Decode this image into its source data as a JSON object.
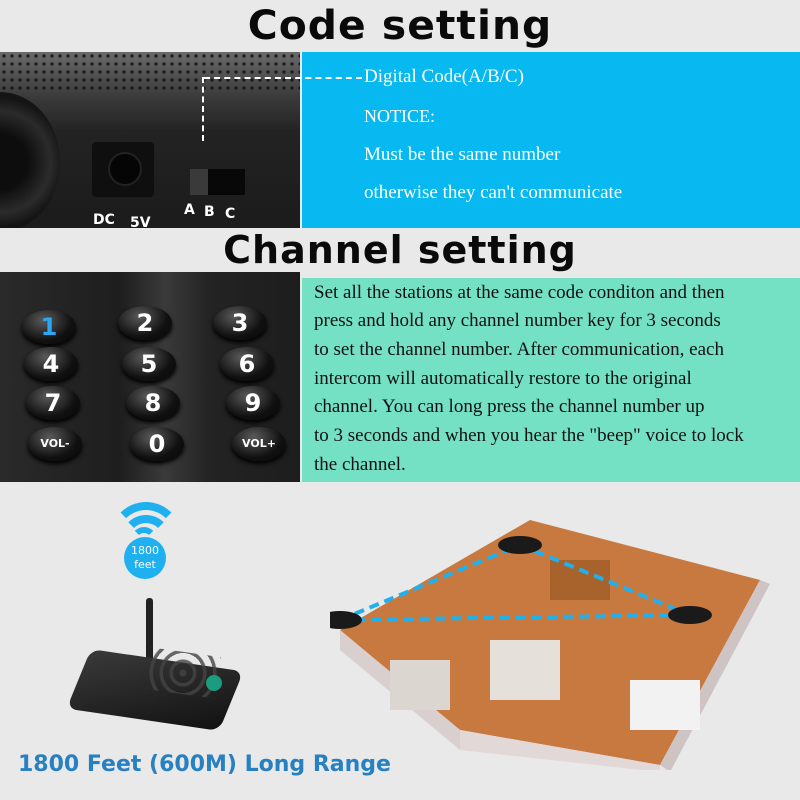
{
  "code_section": {
    "title": "Code setting",
    "photo_labels": {
      "dc": "DC",
      "voltage": "5V",
      "a": "A",
      "b": "B",
      "c": "C"
    },
    "lines": [
      "Digital Code(A/B/C)",
      "NOTICE:",
      "Must be the same number",
      "otherwise they  can't communicate"
    ],
    "panel_color": "#07b8f1"
  },
  "channel_section": {
    "title": "Channel setting",
    "keypad": [
      "1",
      "2",
      "3",
      "4",
      "5",
      "6",
      "7",
      "8",
      "9",
      "VOL-",
      "0",
      "VOL+"
    ],
    "lines": [
      "Set all the stations at the same code conditon and then",
      "press and hold any channel number key for 3 seconds",
      "to set the channel number. After communication, each",
      "intercom will automatically restore to the original",
      "channel. You can long press the channel number up",
      "to 3 seconds and when you hear the \"beep\" voice to lock",
      "the channel."
    ],
    "panel_color": "#74e0c4"
  },
  "range_section": {
    "badge_value": "1800",
    "badge_unit": "feet",
    "caption": "1800 Feet (600M) Long Range",
    "accent_color": "#2680c2"
  }
}
